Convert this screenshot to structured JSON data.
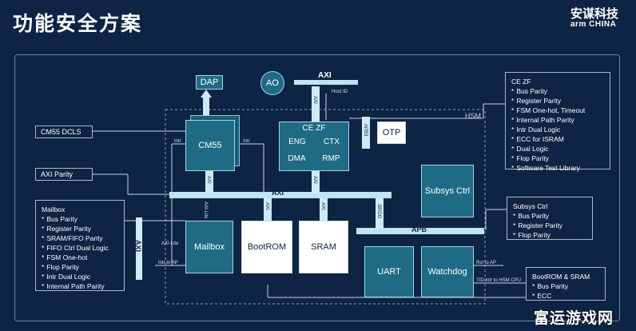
{
  "header": {
    "title": "功能安全方案",
    "brand_cn": "安谋科技",
    "brand_en": "arm CHINA"
  },
  "blocks": {
    "dap": "DAP",
    "ao": "AO",
    "cm55": "CM55",
    "otp": "OTP",
    "hsm": "HSM",
    "ce_zf": "CE ZF",
    "eng": "ENG",
    "ctx": "CTX",
    "dma": "DMA",
    "rmp": "RMP",
    "mailbox": "Mailbox",
    "bootrom": "BootROM",
    "sram": "SRAM",
    "uart": "UART",
    "watchdog": "Watchdog",
    "subsys_ctrl": "Subsys Ctrl"
  },
  "buses": {
    "axi_top": "AXI",
    "axi_main": "AXI",
    "axi_left": "AXI",
    "apb": "APB",
    "apb3": "APB3",
    "brdg": "BRDG",
    "axi_small_1": "AXI",
    "axi_small_2": "AXI",
    "axi_small_3": "AXI",
    "axi_small_4": "AXI",
    "axi_small_5": "AXI"
  },
  "small_labels": {
    "host_id": "Host ID",
    "intr_left": "Intr",
    "intr_right": "Intr",
    "axi_lite_1": "AXI-Lite",
    "axi_lite_2": "AXI-Lite",
    "intr_to_ap": "Intr to AP",
    "rst_to_ap": "Rst to AP",
    "tid_to_hsm": "TID Intr to HSM CPU"
  },
  "labels": {
    "cm55_dcls": "CM55 DCLS",
    "axi_parity": "AXI Parity"
  },
  "notes": {
    "mailbox": {
      "title": "Mailbox",
      "items": [
        "Bus Parity",
        "Register Parity",
        "SRAM/FIFO Parity",
        "FIFO Ctrl Dual Logic",
        "FSM One-hot",
        "Flop Parity",
        "Intr Dual Logic",
        "Internal Path Parity"
      ]
    },
    "ce_zf": {
      "title": "CE ZF",
      "items": [
        "Bus Parity",
        "Register Parity",
        "FSM One-hot, Timeout",
        "Internal Path Parity",
        "Intr Dual Logic",
        "ECC for ISRAM",
        "Dual Logic",
        "Flop Parity",
        "Software Test Library"
      ]
    },
    "subsys": {
      "title": "Subsys Ctrl",
      "items": [
        "Bus Parity",
        "Register Parity",
        "Flop Parity"
      ]
    },
    "bootrom": {
      "title": "BootROM & SRAM",
      "items": [
        "Bus Parity",
        "ECC"
      ]
    }
  },
  "star": "*",
  "watermark": "富运游戏网"
}
